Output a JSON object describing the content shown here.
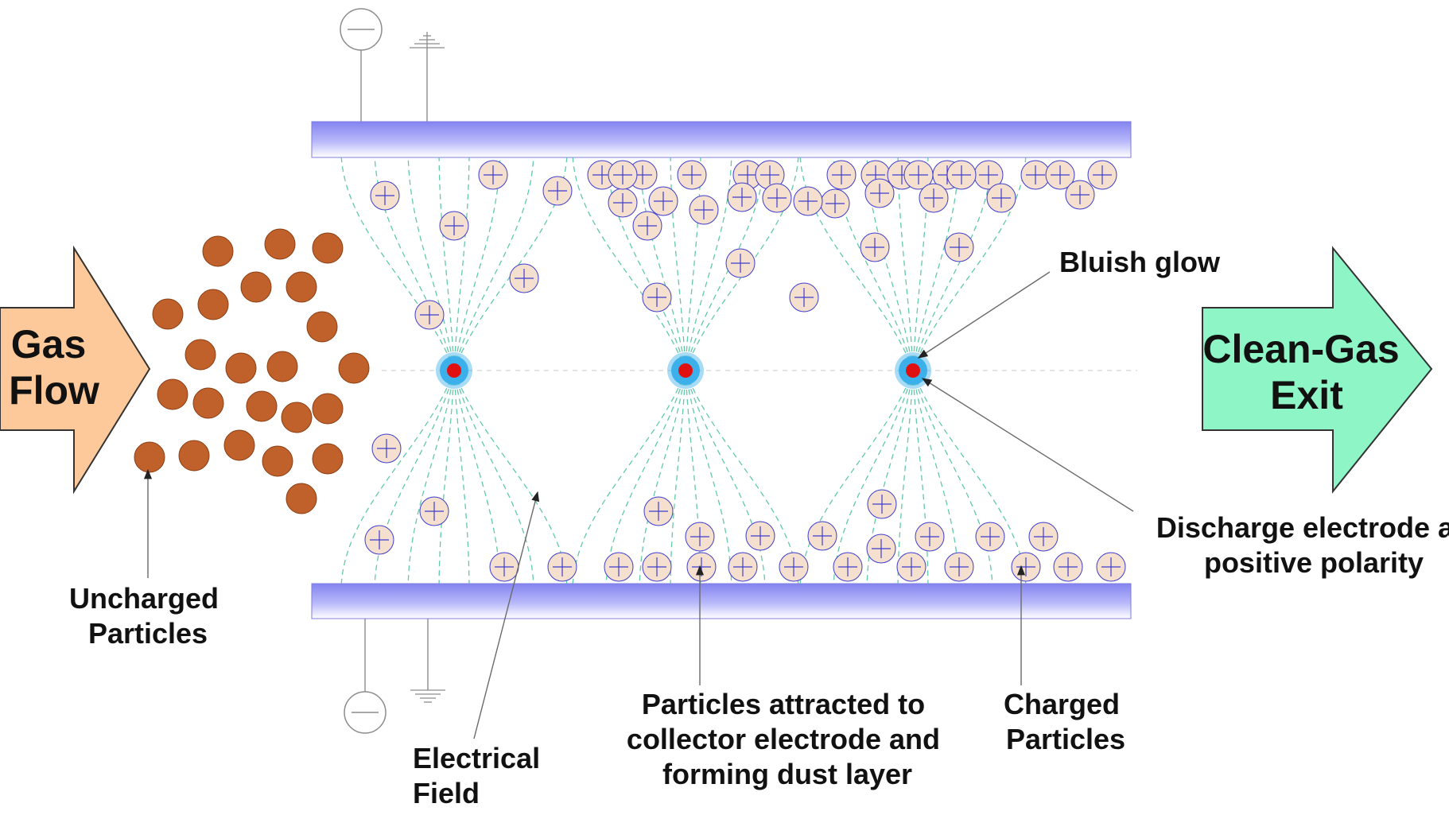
{
  "labels": {
    "gas_flow": [
      "Gas",
      "Flow"
    ],
    "clean_gas_exit": [
      "Clean-Gas",
      "Exit"
    ],
    "bluish_glow": "Bluish glow",
    "discharge_electrode": [
      "Discharge electrode at",
      "positive polarity"
    ],
    "uncharged_particles": [
      "Uncharged",
      "Particles"
    ],
    "electrical_field": [
      "Electrical",
      "Field"
    ],
    "particles_attracted": [
      "Particles attracted to",
      "collector electrode and",
      "forming dust layer"
    ],
    "charged_particles": [
      "Charged",
      "Particles"
    ]
  },
  "colors": {
    "inlet_arrow": "#fdc99a",
    "outlet_arrow": "#8ef6c6",
    "collector_plate": "#8c8cf2",
    "uncharged_particle": "#c0602a",
    "charged_particle": "#f5e0d0",
    "particle_sign": "#3d3dcc",
    "electrode_glow": "#3bb0ea",
    "electrode_core": "#e01010",
    "field_lines": "#62c9a9"
  },
  "icons": [
    "negative-terminal-icon",
    "ground-icon",
    "plus-sign-icon"
  ]
}
